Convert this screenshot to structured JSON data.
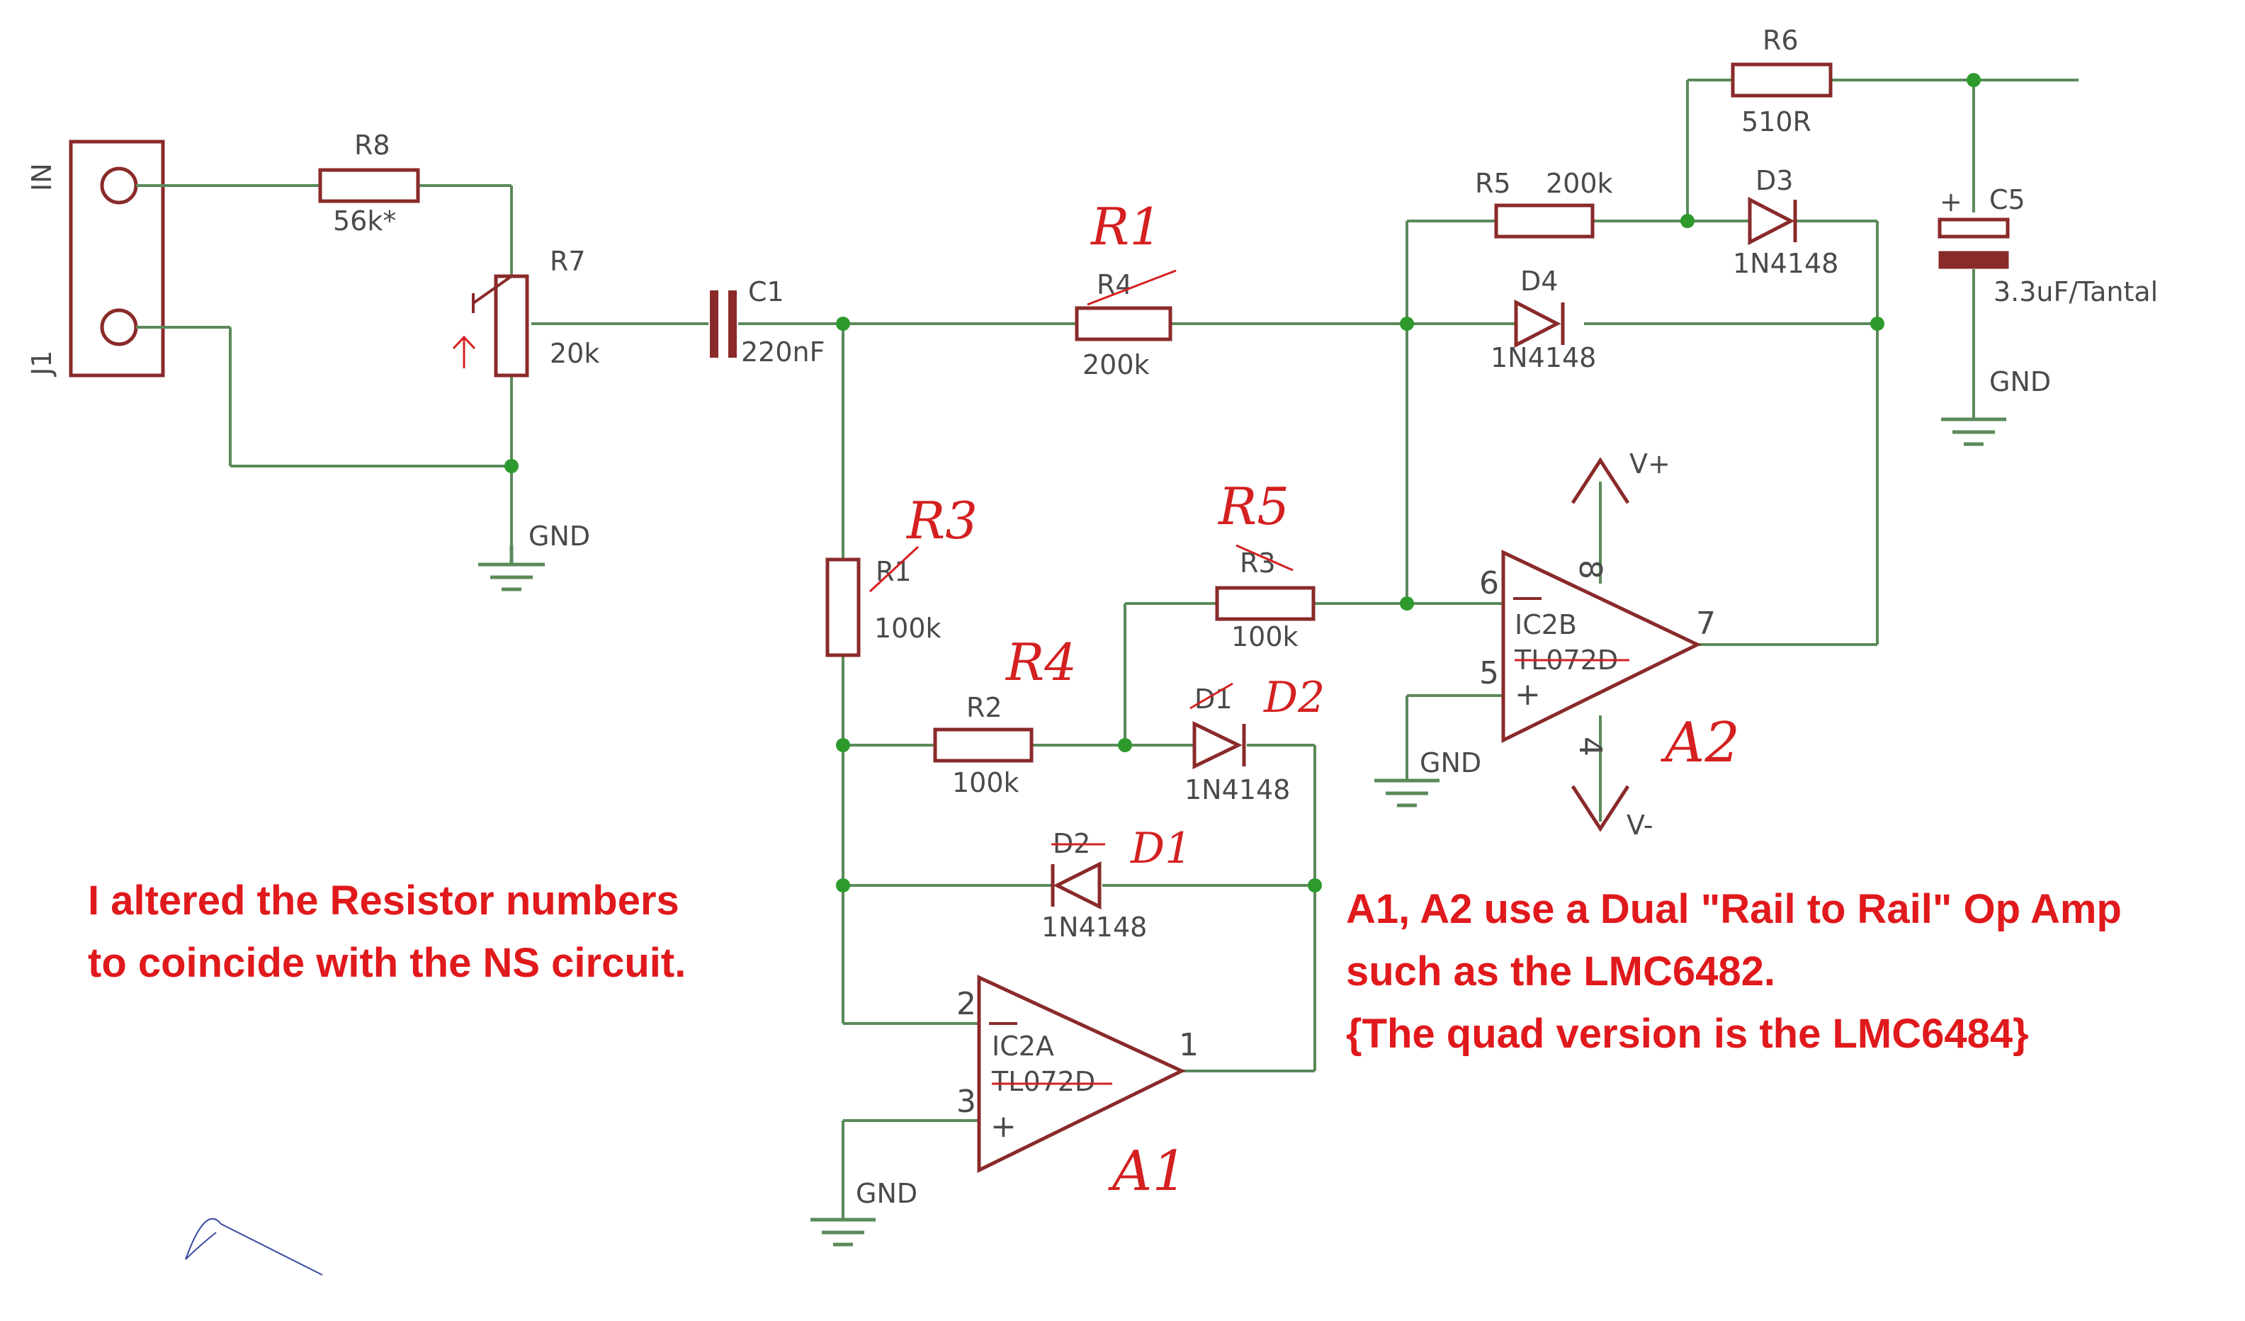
{
  "connector": {
    "ref": "J1",
    "pin1": "IN"
  },
  "labels": {
    "R8": "R8",
    "R8_val": "56k*",
    "R7": "R7",
    "R7_val": "20k",
    "C1": "C1",
    "C1_val": "220nF",
    "R4": "R4",
    "R4_val": "200k",
    "R5": "R5",
    "R5_val": "200k",
    "R6": "R6",
    "R6_val": "510R",
    "D3": "D3",
    "D3_val": "1N4148",
    "D4": "D4",
    "D4_val": "1N4148",
    "C5": "C5",
    "C5_val": "3.3uF/Tantal",
    "R1": "R1",
    "R1_val": "100k",
    "R3": "R3",
    "R3_val": "100k",
    "R2": "R2",
    "R2_val": "100k",
    "D1": "D1",
    "D1_val": "1N4148",
    "D2": "D2",
    "D2_val": "1N4148",
    "IC2A": "IC2A",
    "IC2A_part": "TL072D",
    "IC2B": "IC2B",
    "IC2B_part": "TL072D",
    "vplus": "V+",
    "vminus": "V-",
    "gnd": "GND",
    "plus_sign": "+",
    "pins": {
      "p1": "1",
      "p2": "2",
      "p3": "3",
      "p4": "4",
      "p5": "5",
      "p6": "6",
      "p7": "7",
      "p8": "8"
    }
  },
  "handwritten": {
    "R1": "R1",
    "R3": "R3",
    "R4": "R4",
    "R5": "R5",
    "D1": "D1",
    "D2": "D2",
    "A1": "A1",
    "A2": "A2"
  },
  "notes": {
    "left_line1": "I altered the Resistor numbers",
    "left_line2": "to coincide with the NS circuit.",
    "right_line1": "A1, A2 use a Dual \"Rail to Rail\" Op Amp",
    "right_line2": "such as the LMC6482.",
    "right_line3": "{The quad version is the LMC6484}"
  },
  "colors": {
    "wire": "#5a8a5a",
    "component": "#8a2a2a",
    "annotation": "#e0191c",
    "junction": "#2e9a2e"
  }
}
